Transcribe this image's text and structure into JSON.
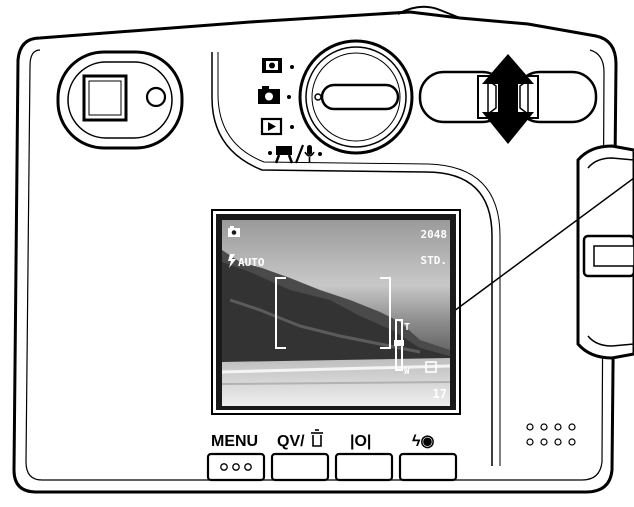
{
  "mode_dial": {
    "modes": [
      "recording-mode",
      "playback-mode",
      "movie-voice-mode",
      "setup-mode"
    ]
  },
  "lcd": {
    "image_size": "2048",
    "quality": "STD.",
    "flash_mode": "AUTO",
    "zoom_tele": "T",
    "zoom_wide": "W",
    "frames_remaining": "17",
    "focus_frame_color": "#ffffff"
  },
  "buttons": {
    "menu": "MENU",
    "qv": "QV/",
    "display": "|O|",
    "flash": "ϟ◉"
  },
  "colors": {
    "body_stroke": "#000000",
    "lcd_bezel": "#1a1a1a"
  }
}
